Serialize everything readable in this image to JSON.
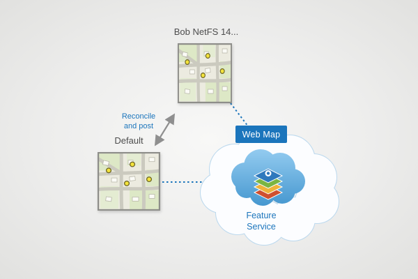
{
  "nodes": {
    "version_map": {
      "label": "Bob NetFS 14..."
    },
    "default_map": {
      "label": "Default"
    },
    "web_map": {
      "label": "Web Map"
    },
    "feature_service": {
      "label": "Feature Service"
    }
  },
  "connectors": {
    "reconcile_arrow": {
      "label": "Reconcile and post"
    }
  },
  "icons": {
    "map_thumbnails": "map-thumbnail-icon",
    "cloud": "cloud-icon",
    "layer_stack": "feature-layers-icon"
  },
  "colors": {
    "accent_blue": "#1b75bc",
    "button_fill": "#1b75bc",
    "button_text": "#ffffff",
    "cloud_outline": "#bcd9ee",
    "cloud_fill_top": "#93cbf0",
    "cloud_fill_bottom": "#4597cf",
    "label_gray": "#4d4d4d",
    "arrow_gray": "#8f8f8f"
  }
}
